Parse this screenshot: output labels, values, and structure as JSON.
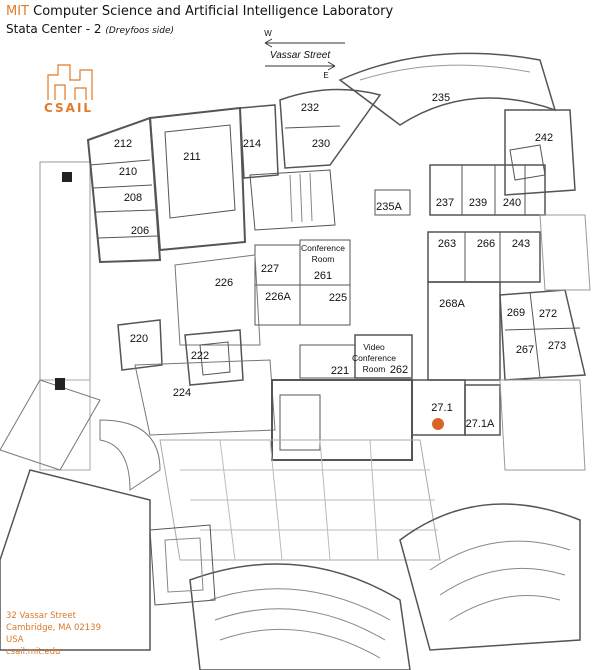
{
  "header": {
    "brand": "MIT",
    "title": "Computer Science and Artificial Intelligence Laboratory",
    "subtitle": "Stata Center - 2",
    "subtitle_note": "(Dreyfoos side)"
  },
  "logo": {
    "text": "CSAIL"
  },
  "street": {
    "name": "Vassar Street",
    "west": "W",
    "east": "E"
  },
  "rooms": {
    "r212": "212",
    "r211": "211",
    "r214": "214",
    "r210": "210",
    "r208": "208",
    "r206": "206",
    "r232": "232",
    "r230": "230",
    "r235": "235",
    "r242": "242",
    "r235A": "235A",
    "r237": "237",
    "r239": "239",
    "r240": "240",
    "r263": "263",
    "r266": "266",
    "r243": "243",
    "r227": "227",
    "conf1": "Conference",
    "conf2": "Room",
    "r261": "261",
    "r226": "226",
    "r226A": "226A",
    "r225": "225",
    "r268A": "268A",
    "r269": "269",
    "r272": "272",
    "r267": "267",
    "r273": "273",
    "r220": "220",
    "r222": "222",
    "video1": "Video",
    "video2": "Conference",
    "video3": "Room",
    "r221": "221",
    "r262": "262",
    "r224": "224",
    "r271": "27.1",
    "r271A": "27.1A"
  },
  "address": {
    "line1": "32 Vassar Street",
    "line2": "Cambridge, MA 02139",
    "line3": "USA",
    "line4": "csail.mit.edu"
  },
  "colors": {
    "accent": "#e07b2a",
    "lines": "#444444",
    "marker": "#d9642a"
  }
}
